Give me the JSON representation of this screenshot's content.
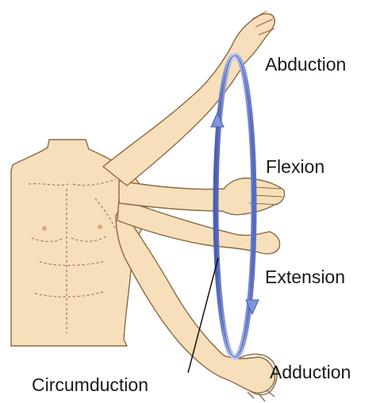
{
  "figure": {
    "colors": {
      "skin": "#f6dfba",
      "skin_outline": "#8a6a44",
      "skin_shade": "#e9c99a",
      "dotted_lines": "#9a7a55",
      "ring": "#7f95d8",
      "ring_dark": "#4a5fb4",
      "ring_highlight": "#c7d2f3",
      "pointer_line": "#111111"
    },
    "labels": {
      "abduction": "Abduction",
      "flexion": "Flexion",
      "extension": "Extension",
      "adduction": "Adduction",
      "circumduction": "Circumduction"
    }
  }
}
